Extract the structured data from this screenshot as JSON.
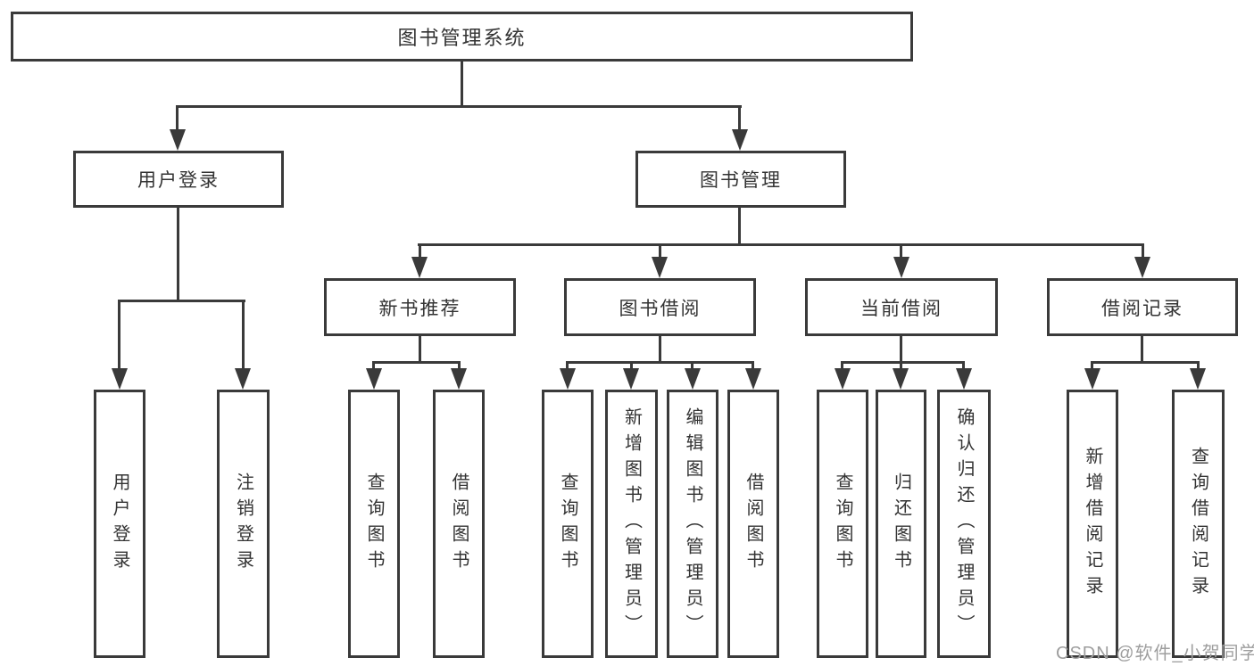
{
  "diagram": {
    "root": {
      "label": "图书管理系统"
    },
    "level2": [
      {
        "label": "用户登录",
        "children": [
          {
            "label": "用户登录"
          },
          {
            "label": "注销登录"
          }
        ]
      },
      {
        "label": "图书管理",
        "children": [
          {
            "label": "新书推荐",
            "children": [
              {
                "label": "查询图书"
              },
              {
                "label": "借阅图书"
              }
            ]
          },
          {
            "label": "图书借阅",
            "children": [
              {
                "label": "查询图书"
              },
              {
                "label": "新增图书（管理员）"
              },
              {
                "label": "编辑图书（管理员）"
              },
              {
                "label": "借阅图书"
              }
            ]
          },
          {
            "label": "当前借阅",
            "children": [
              {
                "label": "查询图书"
              },
              {
                "label": "归还图书"
              },
              {
                "label": "确认归还（管理员）"
              }
            ]
          },
          {
            "label": "借阅记录",
            "children": [
              {
                "label": "新增借阅记录"
              },
              {
                "label": "查询借阅记录"
              }
            ]
          }
        ]
      }
    ]
  },
  "watermark": "CSDN @软件_小贺同学",
  "colors": {
    "line": "#3a3a3a",
    "text": "#333333",
    "watermark": "#9e9e9e",
    "background": "#ffffff"
  }
}
